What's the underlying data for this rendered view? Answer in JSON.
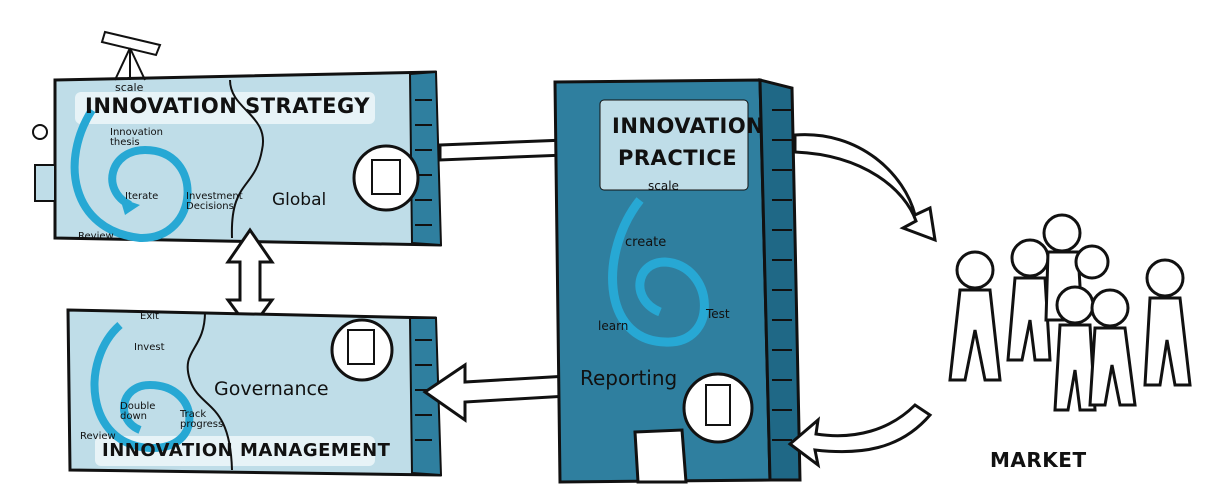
{
  "strategy": {
    "title": "INNOVATION STRATEGY",
    "scale": "scale",
    "thesis": "Innovation thesis",
    "iterate": "Iterate",
    "investment": "Investment Decisions",
    "review": "Review",
    "scope": "Global"
  },
  "management": {
    "title": "INNOVATION MANAGEMENT",
    "exit": "Exit",
    "invest": "Invest",
    "double_down": "Double down",
    "track": "Track progress",
    "review": "Review",
    "governance": "Governance"
  },
  "practice": {
    "title_line1": "INNOVATION",
    "title_line2": "PRACTICE",
    "scale": "scale",
    "create": "create",
    "test": "Test",
    "learn": "learn",
    "reporting": "Reporting"
  },
  "market": {
    "label": "MARKET"
  },
  "colors": {
    "box_light": "#bfdde8",
    "box_dark": "#2f7f9f",
    "box_side": "#1f6886",
    "cycle": "#27a8d4",
    "outline": "#111111"
  }
}
